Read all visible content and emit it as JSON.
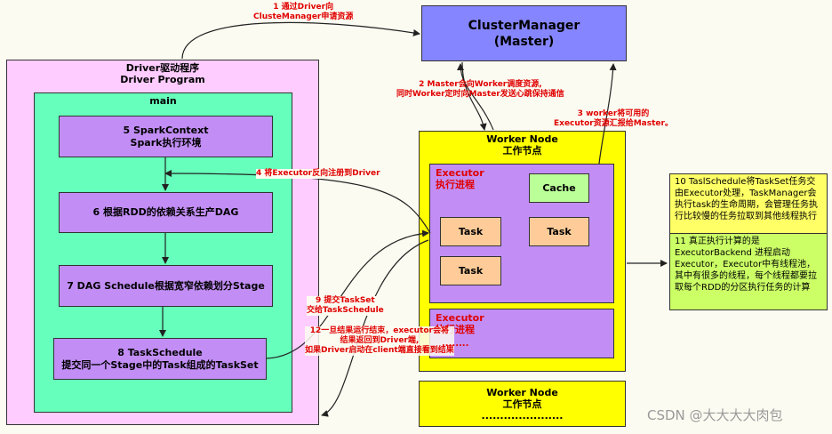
{
  "driver": {
    "title_line1": "Driver驱动程序",
    "title_line2": "Driver Program"
  },
  "main": {
    "title": "main"
  },
  "steps": {
    "s5": {
      "line1": "5 SparkContext",
      "line2": "Spark执行环境"
    },
    "s6": {
      "line1": "6  根据RDD的依赖关系生产DAG"
    },
    "s7": {
      "line1": "7 DAG Schedule根据宽窄依赖划分Stage"
    },
    "s8": {
      "line1": "8 TaskSchedule",
      "line2": "提交同一个Stage中的Task组成的TaskSet"
    }
  },
  "cluster_manager": {
    "line1": "ClusterManager",
    "line2": "(Master)"
  },
  "worker_node_1": {
    "title_line1": "Worker Node",
    "title_line2": "工作节点",
    "executor1": {
      "title_line1": "Executor",
      "title_line2": "执行进程",
      "cache": "Cache",
      "tasks": [
        "Task",
        "Task",
        "Task"
      ]
    },
    "executor2": {
      "title_line1": "Executor",
      "title_line2": "执行进程",
      "dots": "........"
    }
  },
  "worker_node_2": {
    "title_line1": "Worker Node",
    "title_line2": "工作节点",
    "dots": "......................"
  },
  "labels": {
    "l1_line1": "1 通过Driver向",
    "l1_line2": "ClusteManager申请资源",
    "l2_line1": "2 Master会向Worker调度资源,",
    "l2_line2": "同时Worker定时向Master发送心跳保持通信",
    "l3_line1": "3 worker将可用的",
    "l3_line2": "Executor资源汇报给Master。",
    "l4": "4 将Executor反向注册到Driver",
    "l9_line1": "9 提交TaskSet",
    "l9_line2": "交给TaskSchedule",
    "l12_line1": "12一旦结果运行结束，executor会将",
    "l12_line2": "结果返回到Driver端,",
    "l12_line3": "如果Driver启动在client端直接看到结果"
  },
  "notes": {
    "n10": "10 TaslSchedule将TaskSet任务交由Executor处理，TaskManager会执行task的生命周期，会管理任务执行比较慢的任务拉取到其他线程执行",
    "n11": "11 真正执行计算的是ExecutorBackend 进程启动Executor，Executor中有线程池，其中有很多的线程，每个线程都要拉取每个RDD的分区执行任务的计算"
  },
  "watermark": "CSDN @大大大大肉包",
  "colors": {
    "driver_bg": "#ffccff",
    "main_bg": "#66ffbb",
    "step_bg": "#c28ef5",
    "cluster_manager_bg": "#8585ff",
    "worker_node_bg": "#ffff00",
    "cache_bg": "#bbff99",
    "task_bg": "#ffcc99",
    "note10_bg": "#ffff66",
    "note11_bg": "#ccff66",
    "label_text": "#e00000"
  }
}
